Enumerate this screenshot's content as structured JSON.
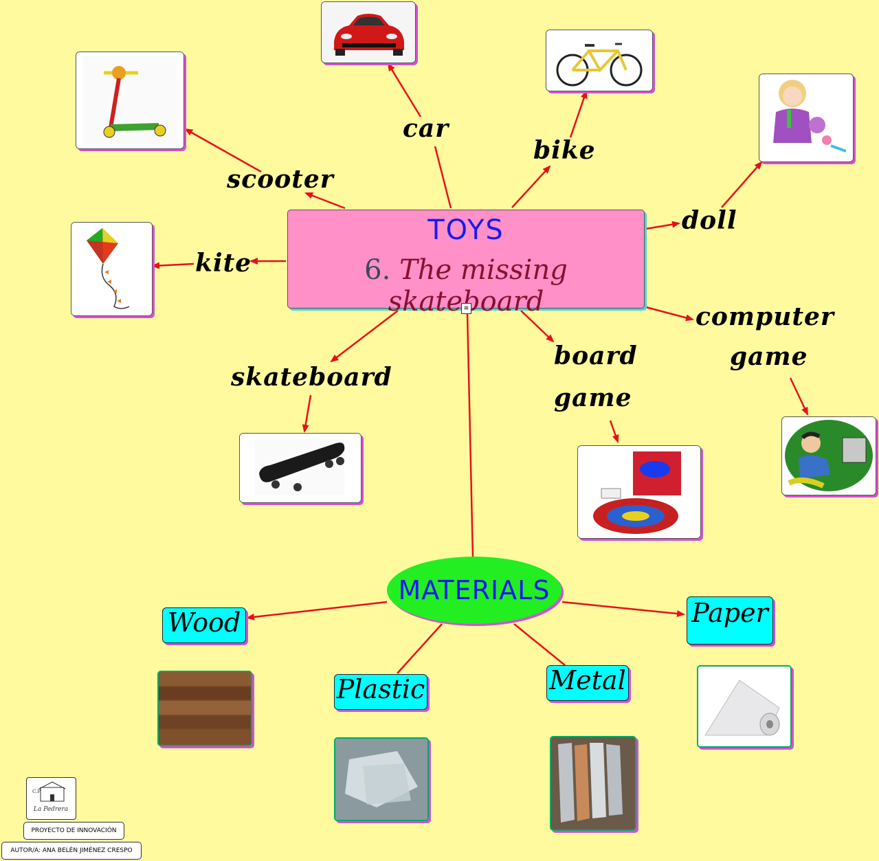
{
  "central": {
    "title": "TOYS",
    "number": "6.",
    "subtitle": "The missing skateboard"
  },
  "toys": {
    "car": "car",
    "bike": "bike",
    "scooter": "scooter",
    "doll": "doll",
    "kite": "kite",
    "skateboard": "skateboard",
    "board_game_line1": "board",
    "board_game_line2": "game",
    "computer_game_line1": "computer",
    "computer_game_line2": "game"
  },
  "materials": {
    "title": "MATERIALS",
    "wood": "Wood",
    "plastic": "Plastic",
    "metal": "Metal",
    "paper": "Paper"
  },
  "logo": {
    "text_top": "C.P.",
    "text_name": "La Pedrera"
  },
  "credits": {
    "project": "PROYECTO DE INNOVACIÓN",
    "author": "AUTOR/A: ANA BELÉN JIMÉNEZ CRESPO"
  },
  "colors": {
    "background": "#FFFA9E",
    "central_box": "#FF90C8",
    "materials_ellipse": "#22EE22",
    "material_label": "#00FFFF",
    "arrow": "#E8101A"
  },
  "icons": [
    "car-image",
    "bike-image",
    "scooter-image",
    "doll-image",
    "kite-image",
    "skateboard-image",
    "board-game-image",
    "computer-game-image",
    "wood-image",
    "plastic-image",
    "metal-image",
    "paper-image"
  ]
}
